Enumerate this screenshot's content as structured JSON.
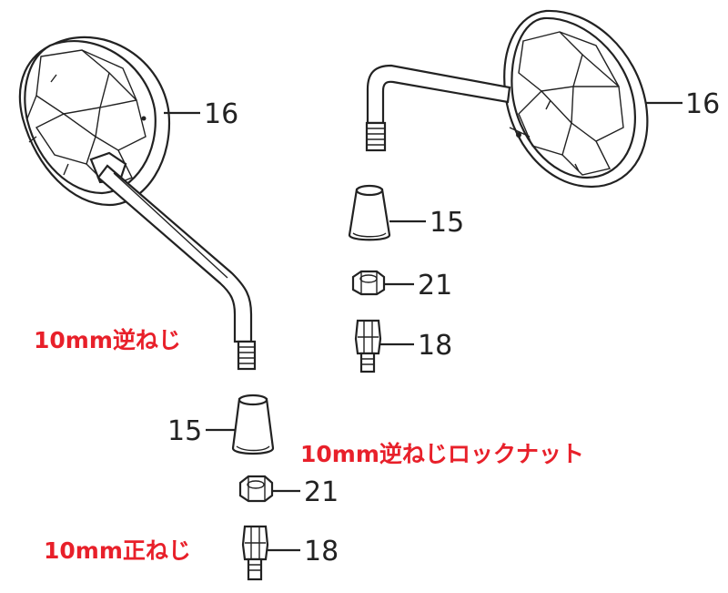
{
  "callouts": {
    "mirror_left": "16",
    "mirror_right": "16",
    "cap_right": "15",
    "nut_right": "21",
    "adapter_right": "18",
    "cap_left": "15",
    "nut_left": "21",
    "adapter_left": "18"
  },
  "annotations": {
    "reverse_thread": "10mm逆ねじ",
    "reverse_lock_nut": "10mm逆ねじロックナット",
    "normal_thread": "10mm正ねじ"
  },
  "colors": {
    "annotation_text": "#e8202a",
    "line_art": "#222222",
    "callout_text": "#222222"
  }
}
